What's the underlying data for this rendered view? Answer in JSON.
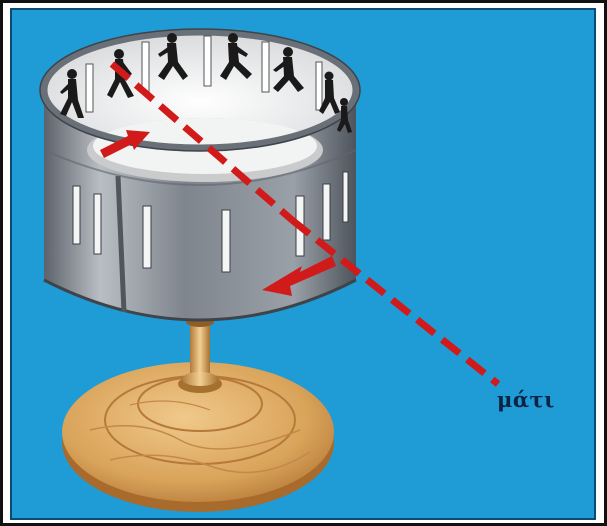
{
  "title": "",
  "labels": {
    "eye": "μάτι"
  },
  "colors": {
    "background": "#1f9bd6",
    "drum_metal": "#8a8f96",
    "sight_line": "#d11a1a",
    "base_wood": "#d9a35a",
    "silhouette": "#1a1a1a"
  },
  "parts": [
    "zoetrope-drum",
    "viewing-slits",
    "running-figures",
    "rotation-arrows",
    "sight-line",
    "stem",
    "wooden-base"
  ],
  "figure_count": 7,
  "slit_count": 7
}
